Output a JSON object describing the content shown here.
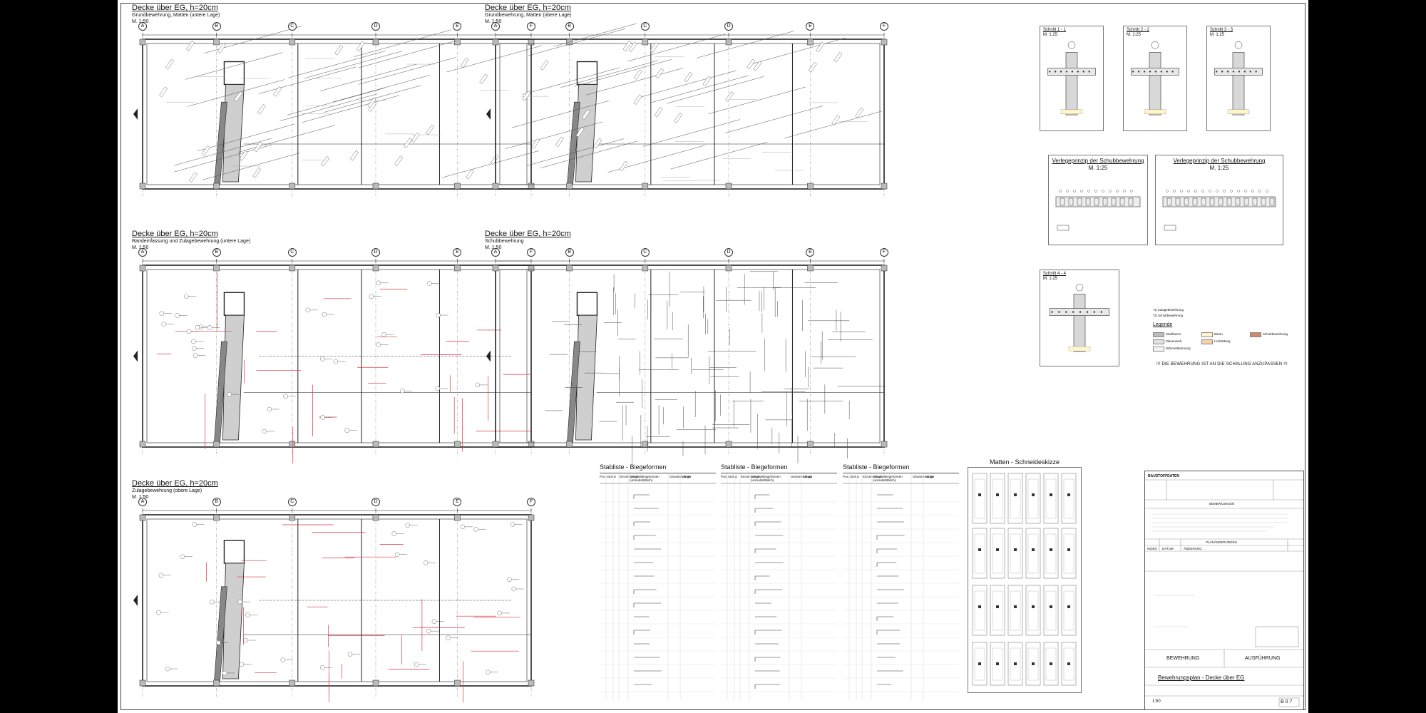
{
  "plans": [
    {
      "title": "Decke über EG, h=20cm",
      "subtitle": "Grundbewehrung, Matten (untere Lage)",
      "scale": "M. 1:50"
    },
    {
      "title": "Decke über EG, h=20cm",
      "subtitle": "Grundbewehrung, Matten (obere Lage)",
      "scale": "M. 1:50"
    },
    {
      "title": "Decke über EG, h=20cm",
      "subtitle": "Randeinfassung und Zulagebewehrung (untere Lage)",
      "scale": "M. 1:50"
    },
    {
      "title": "Decke über EG, h=20cm",
      "subtitle": "Schubbewehrung",
      "scale": "M. 1:50"
    },
    {
      "title": "Decke über EG, h=20cm",
      "subtitle": "Zulagebewehrung (obere Lage)",
      "scale": "M. 1:50"
    }
  ],
  "axes": [
    "A",
    "B",
    "C",
    "D",
    "E",
    "F"
  ],
  "sections": [
    {
      "title": "Schnitt 1 - 1",
      "scale": "M. 1:25"
    },
    {
      "title": "Schnitt 2 - 2",
      "scale": "M. 1:25"
    },
    {
      "title": "Schnitt 3 - 3",
      "scale": "M. 1:25"
    },
    {
      "title": "Schnitt 4 - 4",
      "scale": "M. 1:25"
    }
  ],
  "verlege": [
    {
      "title": "Verlegeprinzip der Schubbewehrung",
      "scale": "M. 1:25"
    },
    {
      "title": "Verlegeprinzip der Schubbewehrung",
      "scale": "M. 1:25"
    }
  ],
  "stablisten": [
    {
      "title": "Stabliste - Biegeformen"
    },
    {
      "title": "Stabliste - Biegeformen"
    },
    {
      "title": "Stabliste - Biegeformen"
    }
  ],
  "stab_headers": [
    "Pos.",
    "Stck",
    "ø",
    "Einzel-Länge",
    "Gerade/Biegeformen (unmaßstäblich)",
    "Gesamt-Länge",
    "Masse"
  ],
  "matten": {
    "title": "Matten - Schneideskizze"
  },
  "legend": {
    "notes": [
      "*1) Zulagebewehrung",
      "*2) Schubbewehrung"
    ],
    "title": "Legende",
    "items": [
      "Stahlbeton",
      "Mauerwerk",
      "Wärmedämmung",
      "Beton",
      "Holzlattung",
      "Schubbewehrung"
    ]
  },
  "warning": "!!! DIE BEWEHRUNG IST AN DIE SCHALUNG ANZUPASSEN !!!",
  "titleblock": {
    "baustoffdaten": "BAUSTOFFDATEN",
    "bemerkungen": "BEMERKUNGEN",
    "planaenderungen": "PLANÄNDERUNGEN",
    "index_label": "INDEX",
    "datum_label": "DATUM",
    "aenderung": "ÄNDERUNG",
    "bewehrung": "BEWEHRUNG",
    "ausfuehrung": "AUSFÜHRUNG",
    "plan_title": "Bewehrungsplan - Decke über EG",
    "scale": "1:50",
    "plan_no": "B 0 7"
  },
  "colors": {
    "red": "#d9363e",
    "line": "#222222",
    "hatch": "#555555"
  }
}
